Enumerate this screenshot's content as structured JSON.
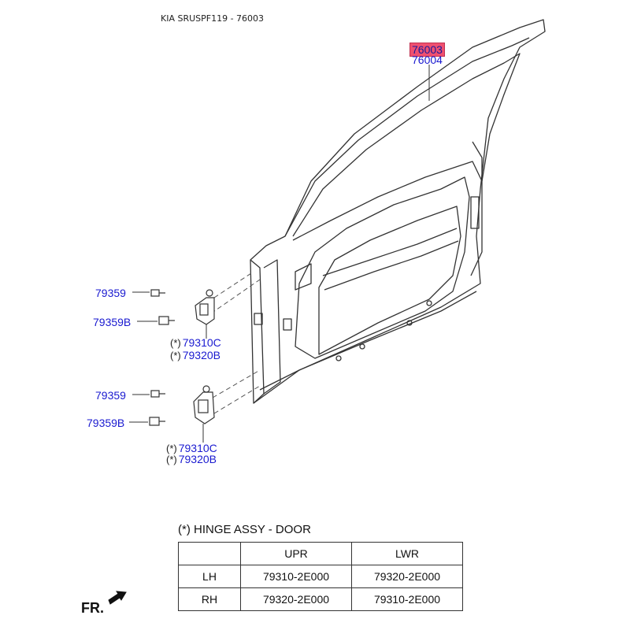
{
  "header": {
    "title": "KIA SRUSPF119 - 76003"
  },
  "callouts": {
    "door_panel_main": "76003",
    "door_panel_alt": "76004",
    "upper_bolt": "79359",
    "upper_bolt_b": "79359B",
    "upper_hinge_a": "79310C",
    "upper_hinge_b": "79320B",
    "lower_bolt": "79359",
    "lower_bolt_b": "79359B",
    "lower_hinge_a": "79310C",
    "lower_hinge_b": "79320B",
    "star_mark": "(*)"
  },
  "colors": {
    "highlight": "#f05070",
    "callout_text": "#1a1ad0",
    "line": "#333333"
  },
  "table": {
    "title": "(*) HINGE ASSY - DOOR",
    "columns": [
      "",
      "UPR",
      "LWR"
    ],
    "rows": [
      [
        "LH",
        "79310-2E000",
        "79320-2E000"
      ],
      [
        "RH",
        "79320-2E000",
        "79310-2E000"
      ]
    ]
  },
  "direction": {
    "label": "FR.",
    "icon": "arrow-icon"
  }
}
